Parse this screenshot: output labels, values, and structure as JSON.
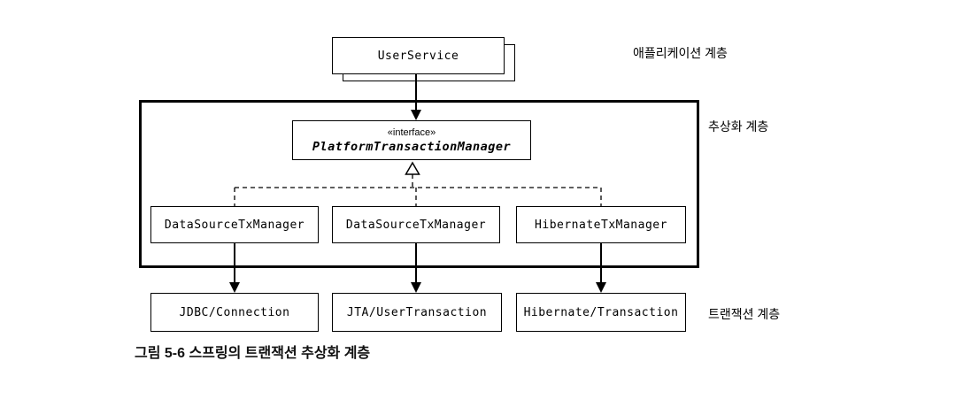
{
  "diagram": {
    "caption": "그림 5-6 스프링의 트랜잭션 추상화 계층",
    "layers": {
      "application_label": "애플리케이션 계층",
      "abstraction_label": "추상화 계층",
      "transaction_label": "트랜잭션 계층"
    },
    "user_service": {
      "label": "UserService"
    },
    "interface": {
      "stereotype": "«interface»",
      "name": "PlatformTransactionManager"
    },
    "managers": [
      {
        "label": "DataSourceTxManager"
      },
      {
        "label": "DataSourceTxManager"
      },
      {
        "label": "HibernateTxManager"
      }
    ],
    "transaction_apis": [
      {
        "label": "JDBC/Connection"
      },
      {
        "label": "JTA/UserTransaction"
      },
      {
        "label": "Hibernate/Transaction"
      }
    ],
    "colors": {
      "line": "#000000",
      "background": "#ffffff"
    }
  }
}
